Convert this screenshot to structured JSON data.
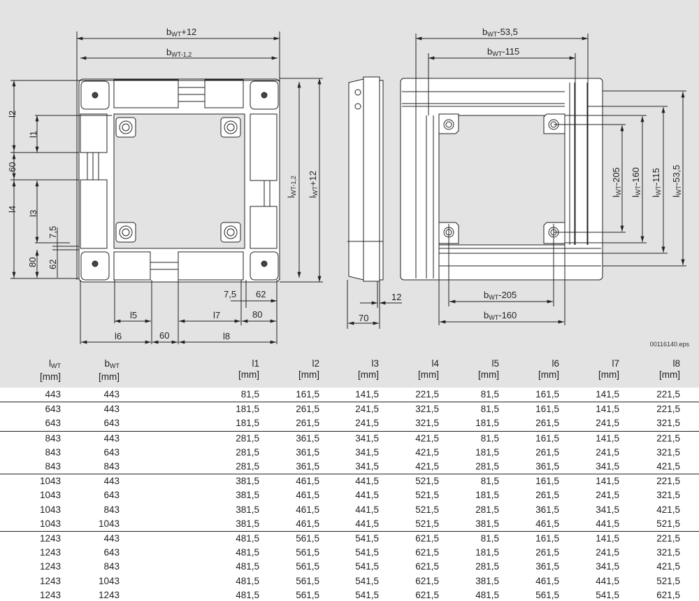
{
  "drawing": {
    "file_ref": "00116140.eps",
    "top_view_labels": {
      "bwt_plus12": {
        "b": "b",
        "sub": "WT",
        "rest": "+12"
      },
      "bwt_12": {
        "b": "b",
        "sub": "WT-1,2",
        "rest": ""
      },
      "lwt_12": {
        "b": "l",
        "sub": "WT-1,2",
        "rest": ""
      },
      "lwt_plus12": {
        "b": "l",
        "sub": "WT",
        "rest": "+12"
      },
      "l1": "l1",
      "l2": "l2",
      "l3": "l3",
      "l4": "l4",
      "l5": "l5",
      "l6": "l6",
      "l7": "l7",
      "l8": "l8",
      "d60_v": "60",
      "d7_5_v": "7,5",
      "d80_v": "80",
      "d62_v": "62",
      "d7_5_h": "7,5",
      "d62_h": "62",
      "d80_h": "80",
      "d60_h": "60"
    },
    "side_view_labels": {
      "d12": "12",
      "d70": "70"
    },
    "bottom_view_labels": {
      "bwt_53_5": {
        "b": "b",
        "sub": "WT",
        "rest": "-53,5"
      },
      "bwt_115": {
        "b": "b",
        "sub": "WT",
        "rest": "-115"
      },
      "bwt_205": {
        "b": "b",
        "sub": "WT",
        "rest": "-205"
      },
      "bwt_160": {
        "b": "b",
        "sub": "WT",
        "rest": "-160"
      },
      "lwt_205": {
        "b": "l",
        "sub": "WT",
        "rest": "-205"
      },
      "lwt_160": {
        "b": "l",
        "sub": "WT",
        "rest": "-160"
      },
      "lwt_115": {
        "b": "l",
        "sub": "WT",
        "rest": "-115"
      },
      "lwt_53_5": {
        "b": "l",
        "sub": "WT",
        "rest": "-53,5"
      }
    }
  },
  "table": {
    "headers": [
      {
        "b": "l",
        "sub": "WT",
        "unit": "[mm]"
      },
      {
        "b": "b",
        "sub": "WT",
        "unit": "[mm]"
      },
      {
        "b": "l1",
        "sub": "",
        "unit": "[mm]"
      },
      {
        "b": "l2",
        "sub": "",
        "unit": "[mm]"
      },
      {
        "b": "l3",
        "sub": "",
        "unit": "[mm]"
      },
      {
        "b": "l4",
        "sub": "",
        "unit": "[mm]"
      },
      {
        "b": "l5",
        "sub": "",
        "unit": "[mm]"
      },
      {
        "b": "l6",
        "sub": "",
        "unit": "[mm]"
      },
      {
        "b": "l7",
        "sub": "",
        "unit": "[mm]"
      },
      {
        "b": "l8",
        "sub": "",
        "unit": "[mm]"
      }
    ],
    "rows": [
      [
        "443",
        "443",
        "81,5",
        "161,5",
        "141,5",
        "221,5",
        "81,5",
        "161,5",
        "141,5",
        "221,5"
      ],
      [
        "643",
        "443",
        "181,5",
        "261,5",
        "241,5",
        "321,5",
        "81,5",
        "161,5",
        "141,5",
        "221,5"
      ],
      [
        "643",
        "643",
        "181,5",
        "261,5",
        "241,5",
        "321,5",
        "181,5",
        "261,5",
        "241,5",
        "321,5"
      ],
      [
        "843",
        "443",
        "281,5",
        "361,5",
        "341,5",
        "421,5",
        "81,5",
        "161,5",
        "141,5",
        "221,5"
      ],
      [
        "843",
        "643",
        "281,5",
        "361,5",
        "341,5",
        "421,5",
        "181,5",
        "261,5",
        "241,5",
        "321,5"
      ],
      [
        "843",
        "843",
        "281,5",
        "361,5",
        "341,5",
        "421,5",
        "281,5",
        "361,5",
        "341,5",
        "421,5"
      ],
      [
        "1043",
        "443",
        "381,5",
        "461,5",
        "441,5",
        "521,5",
        "81,5",
        "161,5",
        "141,5",
        "221,5"
      ],
      [
        "1043",
        "643",
        "381,5",
        "461,5",
        "441,5",
        "521,5",
        "181,5",
        "261,5",
        "241,5",
        "321,5"
      ],
      [
        "1043",
        "843",
        "381,5",
        "461,5",
        "441,5",
        "521,5",
        "281,5",
        "361,5",
        "341,5",
        "421,5"
      ],
      [
        "1043",
        "1043",
        "381,5",
        "461,5",
        "441,5",
        "521,5",
        "381,5",
        "461,5",
        "441,5",
        "521,5"
      ],
      [
        "1243",
        "443",
        "481,5",
        "561,5",
        "541,5",
        "621,5",
        "81,5",
        "161,5",
        "141,5",
        "221,5"
      ],
      [
        "1243",
        "643",
        "481,5",
        "561,5",
        "541,5",
        "621,5",
        "181,5",
        "261,5",
        "241,5",
        "321,5"
      ],
      [
        "1243",
        "843",
        "481,5",
        "561,5",
        "541,5",
        "621,5",
        "281,5",
        "361,5",
        "341,5",
        "421,5"
      ],
      [
        "1243",
        "1043",
        "481,5",
        "561,5",
        "541,5",
        "621,5",
        "381,5",
        "461,5",
        "441,5",
        "521,5"
      ],
      [
        "1243",
        "1243",
        "481,5",
        "561,5",
        "541,5",
        "621,5",
        "481,5",
        "561,5",
        "541,5",
        "621,5"
      ]
    ],
    "group_starts": [
      1,
      3,
      6,
      10
    ]
  }
}
